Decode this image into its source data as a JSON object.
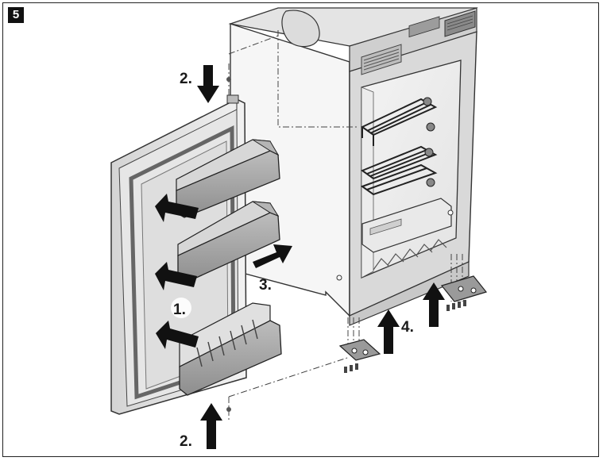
{
  "figure": {
    "number": "5",
    "step_labels": {
      "step1": "1.",
      "step2_top": "2.",
      "step2_bottom": "2.",
      "step3": "3.",
      "step4": "4."
    }
  }
}
